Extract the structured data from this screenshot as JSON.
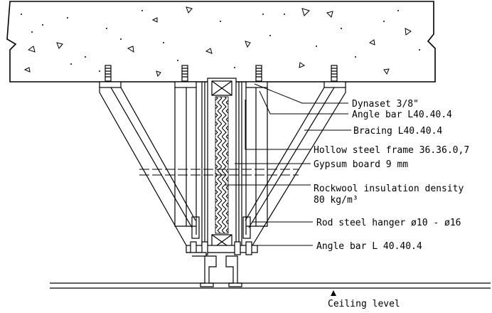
{
  "labels": {
    "dynaset": "Dynaset 3/8\"",
    "angle_bar_top": "Angle bar L40.40.4",
    "bracing": "Bracing L40.40.4",
    "hollow_frame": "Hollow steel frame 36.36.0,7",
    "gypsum": "Gypsum board 9 mm",
    "rockwool_line1": "Rockwool insulation density",
    "rockwool_line2": "80 kg/m³",
    "rod_hanger": "Rod steel hanger ø10 - ø16",
    "angle_bar_bottom": "Angle bar L 40.40.4",
    "ceiling": "Ceiling level"
  },
  "colors": {
    "line": "#000000",
    "background": "#ffffff"
  }
}
